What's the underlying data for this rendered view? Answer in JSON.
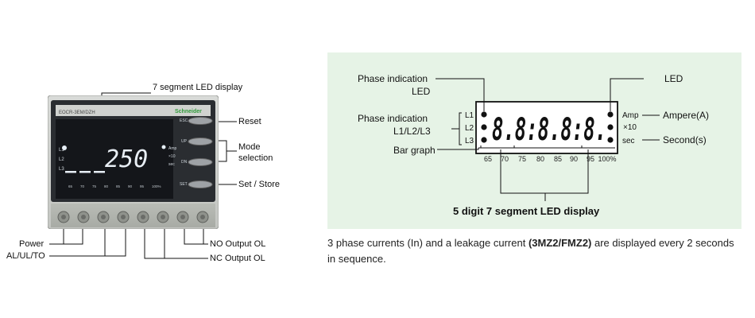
{
  "device": {
    "model_label": "EOCR-3EM/DZH",
    "brand": "Schneider",
    "display_value": "250",
    "phase_labels": [
      "L1",
      "L2",
      "L3"
    ],
    "unit_labels": [
      "Amp",
      "×10",
      "sec"
    ],
    "scale_ticks": [
      "65",
      "70",
      "75",
      "80",
      "85",
      "90",
      "95",
      "100%"
    ],
    "buttons": [
      "ESC",
      "UP",
      "DN",
      "SET"
    ],
    "callouts": {
      "display": "7 segment LED display",
      "reset": "Reset",
      "mode_line1": "Mode",
      "mode_line2": "selection",
      "set_store": "Set / Store",
      "power": "Power",
      "al_ul_to": "AL/UL/TO",
      "no_output": "NO Output OL",
      "nc_output": "NC Output OL"
    }
  },
  "detail": {
    "phase_indication_led_1": "Phase indication",
    "phase_indication_led_2": "LED",
    "phase_indication_2": "Phase indication",
    "phase_indication_l123": "L1/L2/L3",
    "bar_graph": "Bar graph",
    "led": "LED",
    "ampere": "Ampere(A)",
    "seconds": "Second(s)",
    "phase_labels": [
      "L1",
      "L2",
      "L3"
    ],
    "amp": "Amp",
    "x10": "×10",
    "sec": "sec",
    "digits": "8.8:8.8:8.",
    "scale_ticks": [
      "65",
      "70",
      "75",
      "80",
      "85",
      "90",
      "95",
      "100%"
    ],
    "caption": "5 digit 7 segment LED display"
  },
  "note": {
    "text_before": "3 phase currents (In) and a leakage current ",
    "text_bold": "(3MZ2/FMZ2)",
    "text_after": " are displayed every 2 seconds in sequence."
  },
  "colors": {
    "panel_bg": "#e6f3e6",
    "lcd_bg": "#101216",
    "lcd_digit": "#e8eef4"
  }
}
